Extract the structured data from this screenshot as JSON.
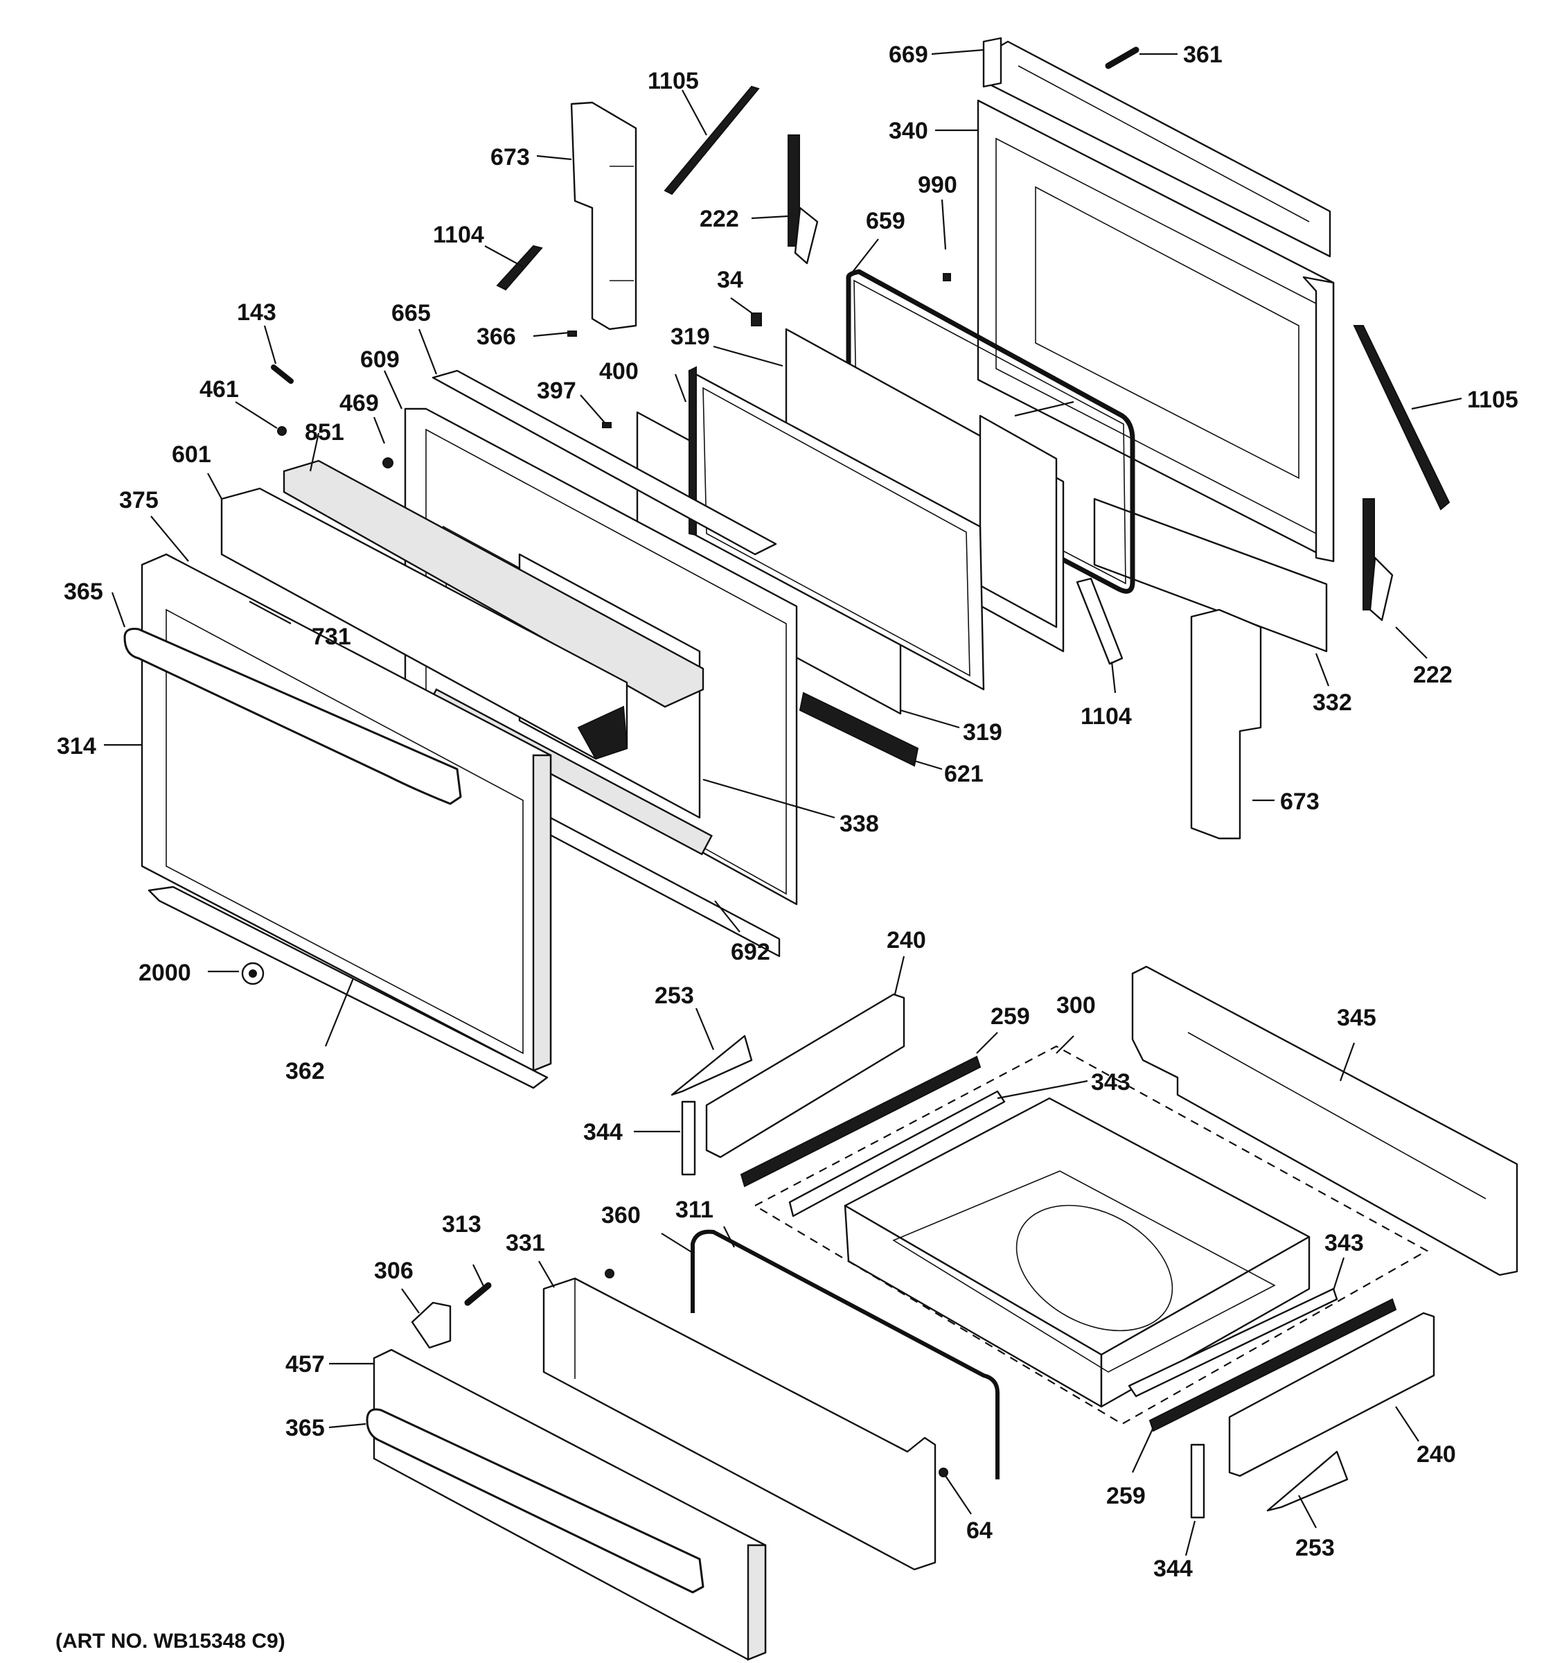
{
  "art_number": "(ART NO. WB15348 C9)",
  "callouts": [
    "669",
    "361",
    "1105",
    "673",
    "340",
    "990",
    "222",
    "659",
    "1104",
    "34",
    "143",
    "366",
    "319",
    "665",
    "400",
    "397",
    "609",
    "461",
    "469",
    "851",
    "601",
    "375",
    "365",
    "731",
    "314",
    "319",
    "621",
    "338",
    "1104",
    "332",
    "222",
    "1105",
    "673",
    "692",
    "240",
    "2000",
    "253",
    "259",
    "300",
    "345",
    "343",
    "362",
    "344",
    "360",
    "311",
    "313",
    "331",
    "306",
    "457",
    "365",
    "343",
    "240",
    "259",
    "64",
    "253",
    "344"
  ]
}
